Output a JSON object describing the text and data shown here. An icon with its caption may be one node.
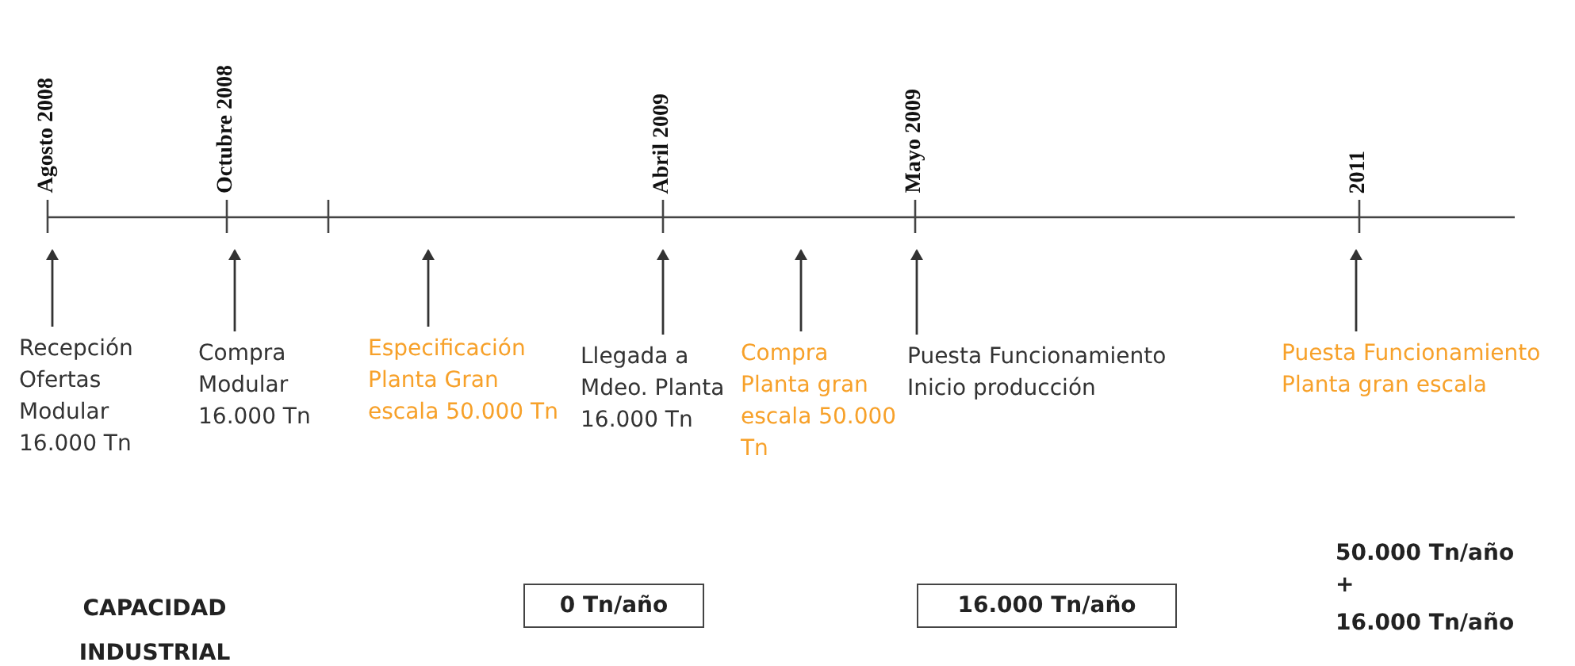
{
  "diagram": {
    "nodes": [
      {
        "text": [
          "Recepción Ofertas Modular 16.000 Tn"
        ]
      },
      {
        "text": [
          "Compra Modular 16.000 Tn"
        ]
      },
      {
        "text": [
          "Especificación Planta Gran escala 50.000 Tn"
        ]
      },
      {
        "text": [
          "Llegada a Mdeo. Planta 16.000 Tn"
        ]
      },
      {
        "text": [
          "Compra Planta gran escala 50.000 Tn"
        ]
      },
      {
        "text": [
          "Puesta Funcionamiento Inicio producción"
        ]
      },
      {
        "text": [
          "Puesta Funcionamiento Planta gran escala"
        ]
      },
      {
        "text": [
          "0 Tn/año"
        ]
      },
      {
        "text": [
          "16.000 Tn/año"
        ]
      }
    ],
    "edges": [
      {
        "from": 0,
        "to": null,
        "arrow": "to"
      },
      {
        "from": 1,
        "to": null,
        "arrow": "to"
      },
      {
        "from": 2,
        "to": null,
        "arrow": "to"
      },
      {
        "from": 3,
        "to": null,
        "arrow": "to"
      },
      {
        "from": 4,
        "to": null,
        "arrow": "to"
      },
      {
        "from": 5,
        "to": null,
        "arrow": "to"
      },
      {
        "from": 6,
        "to": null,
        "arrow": "to"
      }
    ],
    "labels": [
      "Agosto 2008",
      "Octubre 2008",
      "Abril 2009",
      "Mayo 2009",
      "2011",
      "50.000 Tn/año",
      "+",
      "16.000 Tn/año",
      "CAPACIDAD INDUSTRIAL"
    ]
  }
}
